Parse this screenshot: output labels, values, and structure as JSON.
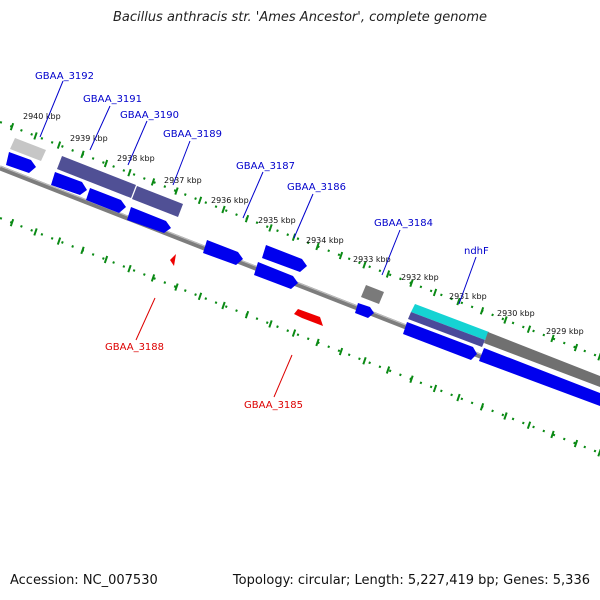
{
  "title": "Bacillus anthracis str. 'Ames Ancestor', complete genome",
  "footer": {
    "accession": "Accession: NC_007530",
    "summary": "Topology: circular; Length: 5,227,419 bp; Genes: 5,336"
  },
  "colors": {
    "forward_label": "#0000cc",
    "reverse_label": "#dd0000",
    "cds_forward": "#0000ee",
    "cds_reverse": "#ee0000",
    "tick": "#00880a",
    "backbone": "#888888",
    "highlight": "#00dddd",
    "gene_band": "#4a4a9a"
  },
  "kbp_labels": [
    "2940 kbp",
    "2939 kbp",
    "2938 kbp",
    "2937 kbp",
    "2936 kbp",
    "2935 kbp",
    "2934 kbp",
    "2933 kbp",
    "2932 kbp",
    "2931 kbp",
    "2930 kbp",
    "2929 kbp"
  ],
  "genes": {
    "forward": [
      "GBAA_3192",
      "GBAA_3191",
      "GBAA_3190",
      "GBAA_3189",
      "GBAA_3187",
      "GBAA_3186",
      "GBAA_3184",
      "ndhF"
    ],
    "reverse": [
      "GBAA_3188",
      "GBAA_3185"
    ]
  }
}
